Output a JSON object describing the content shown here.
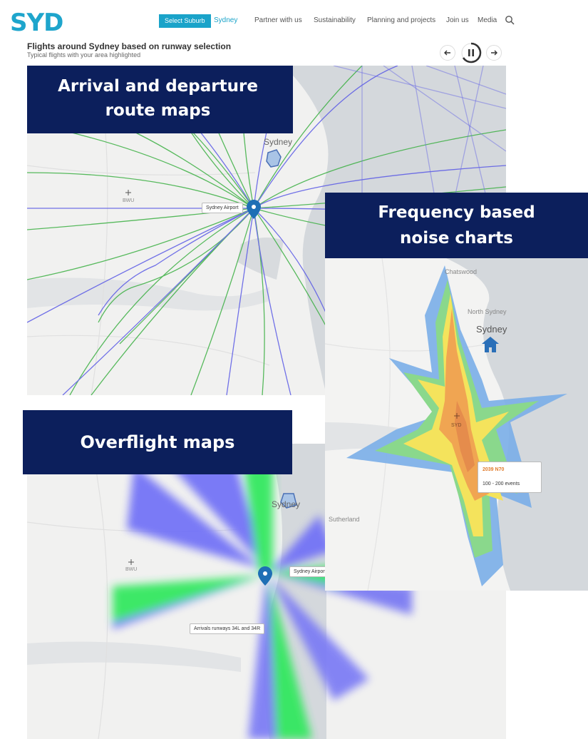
{
  "nav": {
    "logo": "SYD",
    "select_suburb": "Select Suburb",
    "links": [
      "Sydney",
      "Partner with us",
      "Sustainability",
      "Planning and projects",
      "Join us",
      "Media"
    ]
  },
  "map_header": {
    "title": "Flights around Sydney based on runway selection",
    "subtitle": "Typical flights with your area highlighted"
  },
  "panels": {
    "routes": {
      "label_line1": "Arrival and departure",
      "label_line2": "route maps",
      "airport_tag": "Sydney Airport",
      "city": "Sydney",
      "place_bwu": "BWU"
    },
    "noise": {
      "label_line1": "Frequency based",
      "label_line2": "noise charts",
      "city": "Sydney",
      "place_chatswood": "Chatswood",
      "place_north_sydney": "North Sydney",
      "place_sutherland": "Sutherland",
      "place_syd": "SYD",
      "legend_title": "2039 N70",
      "legend_value": "100 - 200 events"
    },
    "overflight": {
      "label": "Overflight maps",
      "city": "Sydney",
      "airport_tag": "Sydney Airport",
      "runway_tag": "Arrivals runways 34L and 34R",
      "place_bwu": "BWU"
    }
  },
  "colors": {
    "brand": "#1ea5cc",
    "label_bg": "#0c1f5c",
    "route_green": "#3cb043",
    "route_blue": "#5a5ae6",
    "noise_blue": "#4a90e2",
    "noise_green": "#7fd88a",
    "noise_yellow": "#f3e25a",
    "noise_orange": "#f0a050"
  }
}
